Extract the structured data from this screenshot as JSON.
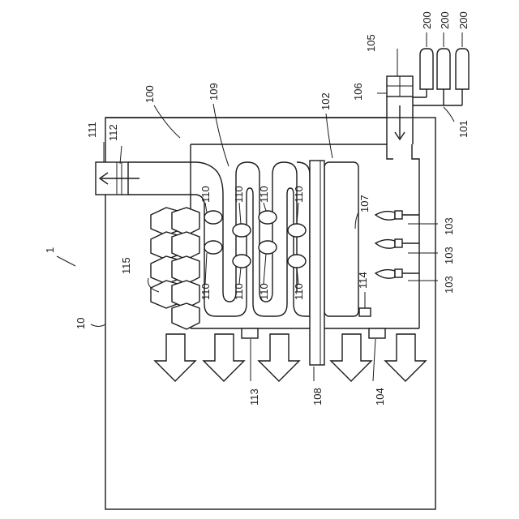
{
  "labels": {
    "fig": "1",
    "housing": "10",
    "unit": "100",
    "pipe_out": "101",
    "duct": "102",
    "burner": "103",
    "sensor_104": "104",
    "valve_body": "105",
    "valve_part": "106",
    "plate_107": "107",
    "plate_108": "108",
    "coil": "109",
    "coil_hole": "110",
    "exhaust_body": "111",
    "exhaust_part": "112",
    "sensor_113": "113",
    "sensor_114": "114",
    "fins": "115",
    "cylinder": "200"
  }
}
